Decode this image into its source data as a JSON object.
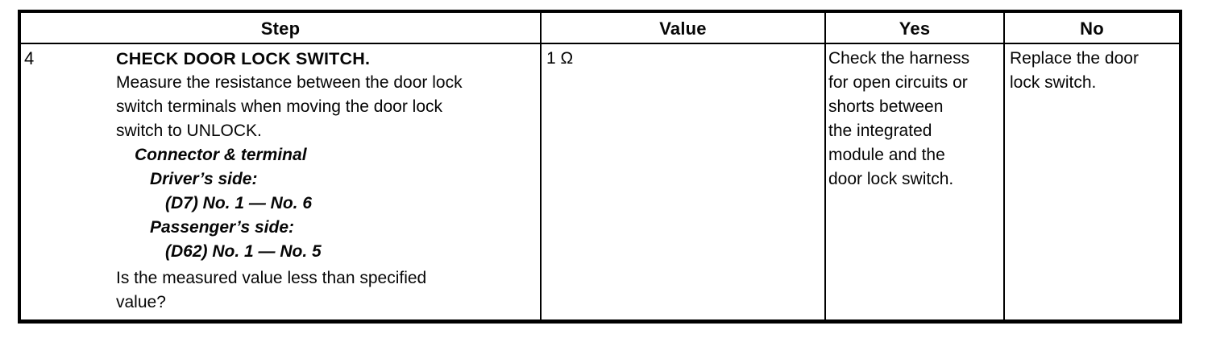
{
  "colors": {
    "ink": "#060606",
    "border": "#000000",
    "background": "#ffffff"
  },
  "table": {
    "headers": {
      "step": "Step",
      "value": "Value",
      "yes": "Yes",
      "no": "No"
    },
    "row": {
      "step_number": "4",
      "step": {
        "title": "CHECK DOOR LOCK SWITCH.",
        "instruction_lines": [
          "Measure the resistance between the door lock",
          "switch terminals when moving the door lock",
          "switch to UNLOCK."
        ],
        "connector_terminal_heading": "Connector & terminal",
        "drivers_side_label": "Driver’s side:",
        "drivers_side_terminals": "(D7) No. 1 — No. 6",
        "passengers_side_label": "Passenger’s side:",
        "passengers_side_terminals": "(D62) No. 1 — No. 5",
        "question_lines": [
          "Is the measured value less than specified",
          "value?"
        ]
      },
      "value": "1 Ω",
      "yes_lines": [
        "Check the harness",
        "for open circuits or",
        "shorts between",
        "the integrated",
        "module and the",
        "door lock switch."
      ],
      "no_lines": [
        "Replace the door",
        "lock switch."
      ]
    }
  }
}
